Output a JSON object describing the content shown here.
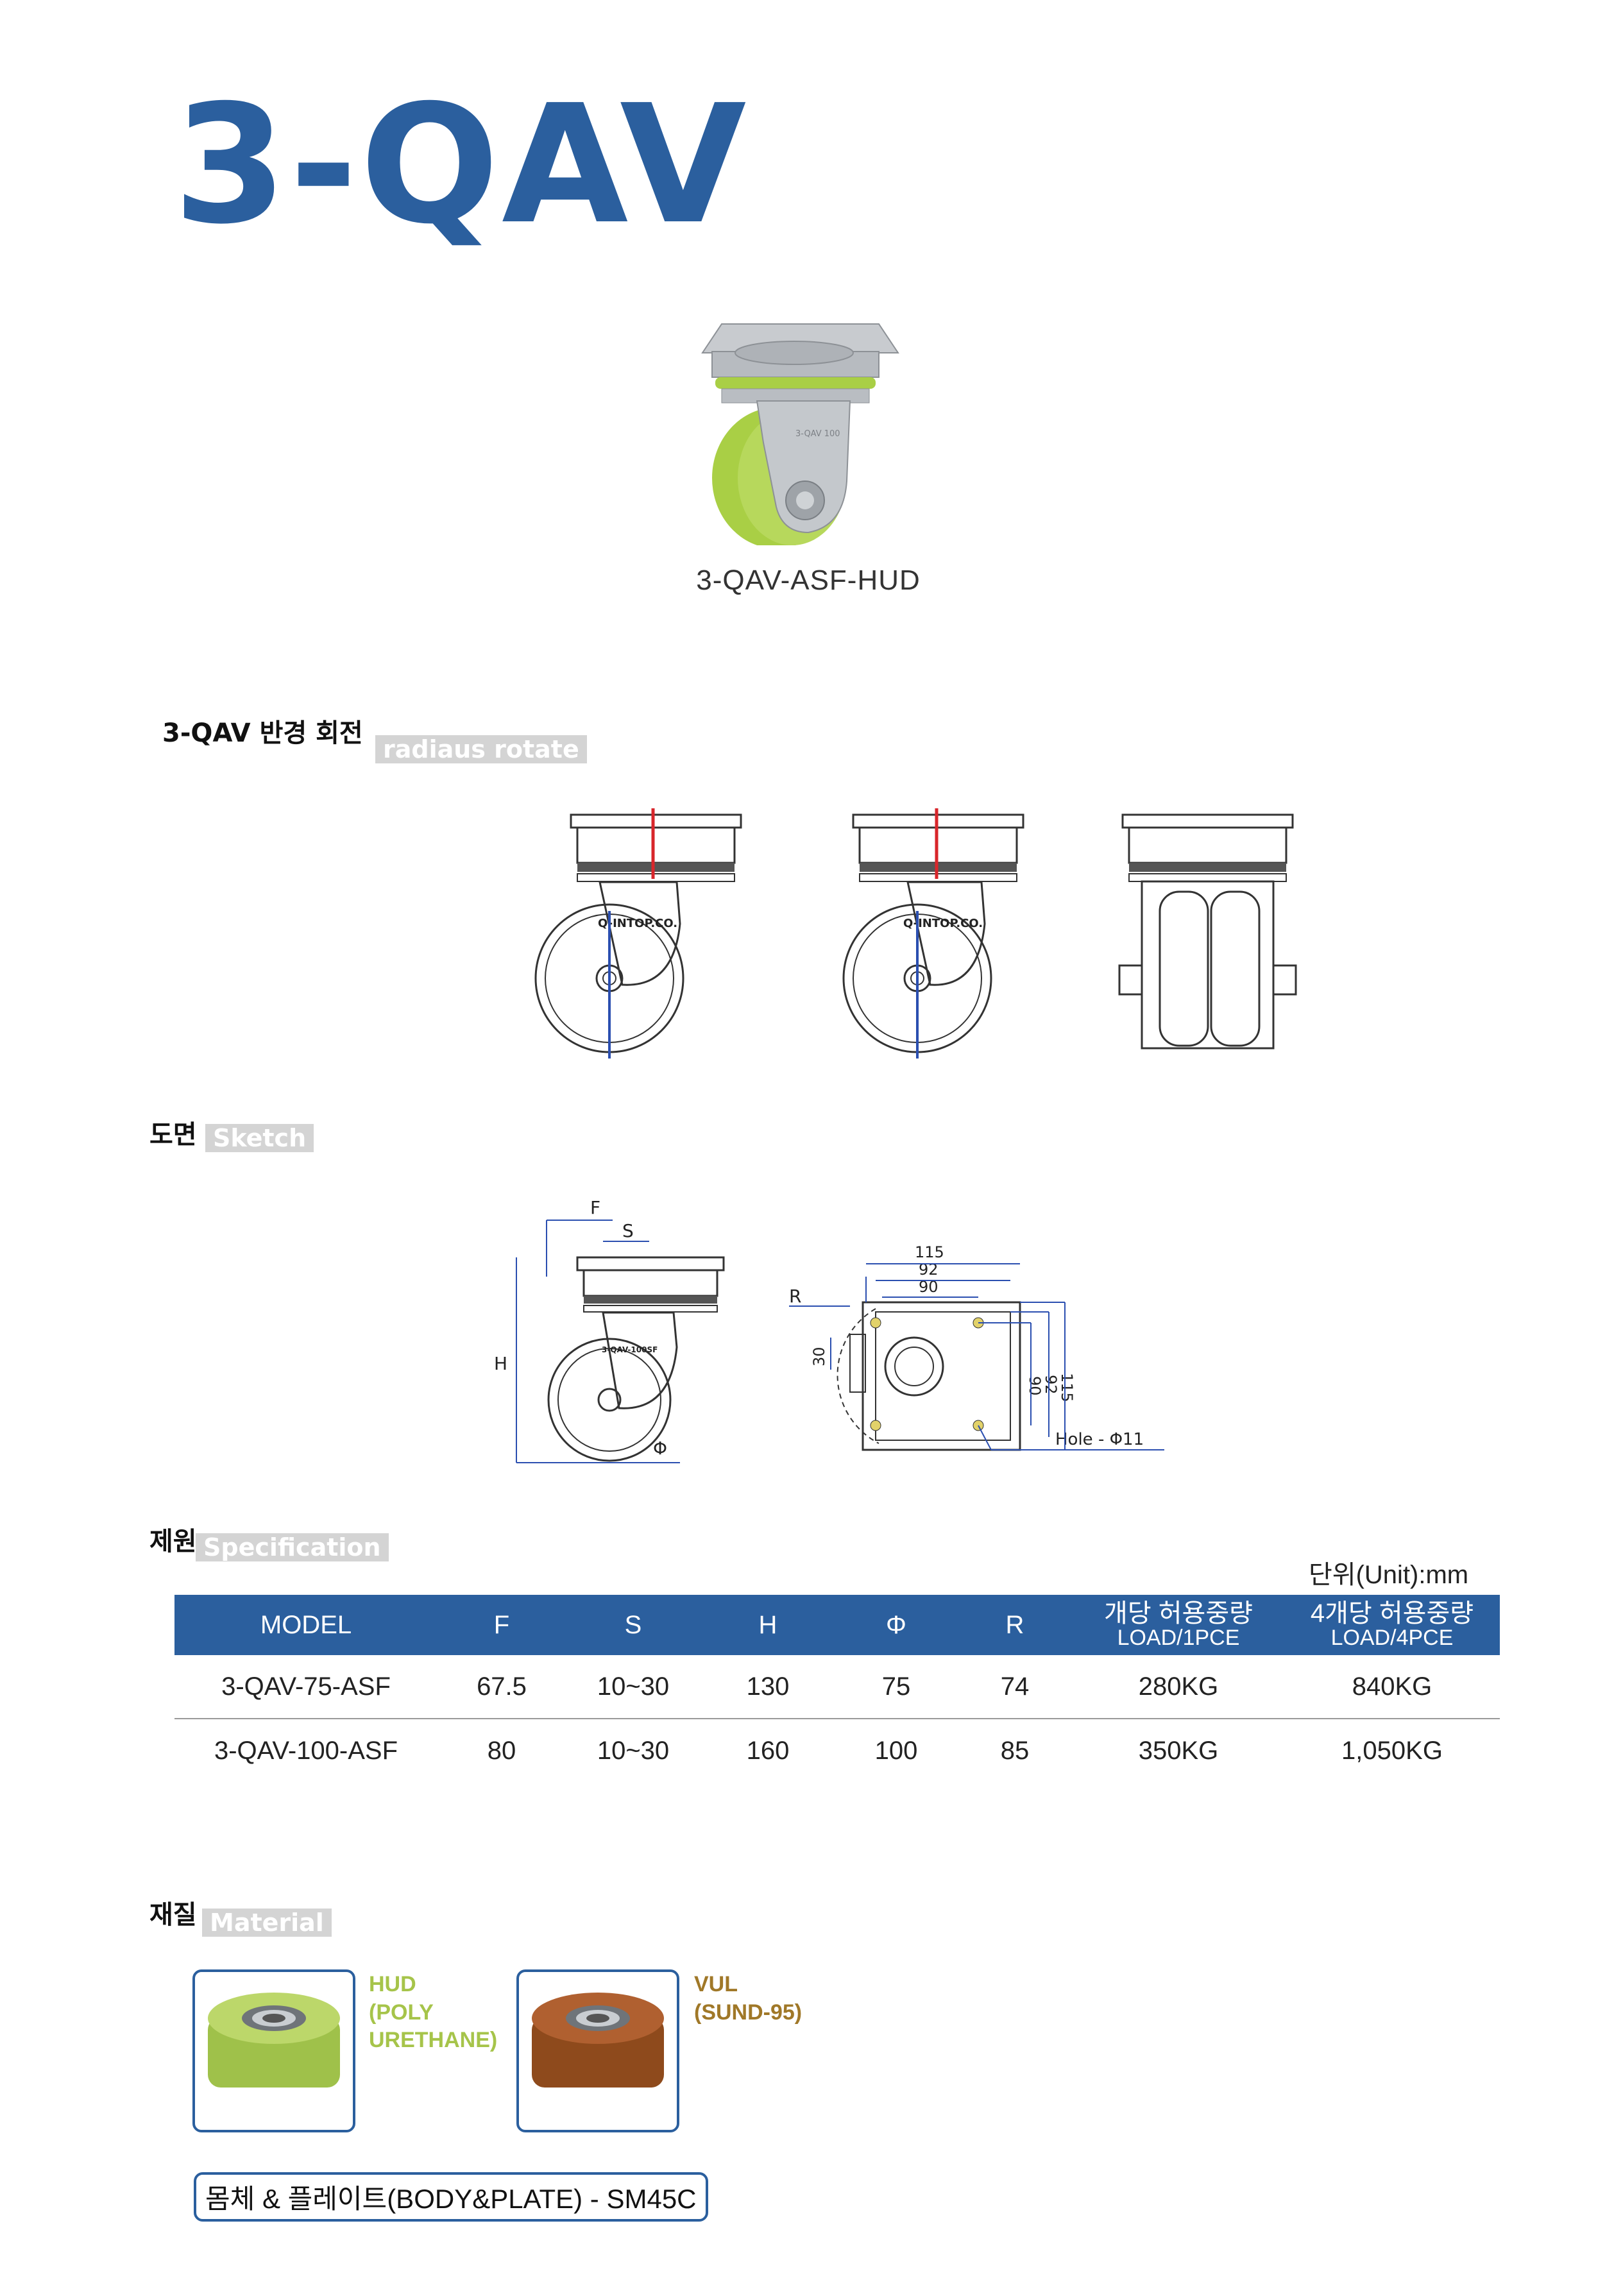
{
  "title": "3-QAV",
  "product": {
    "caption": "3-QAV-ASF-HUD",
    "imprint": "3-QAV 100"
  },
  "sections": {
    "rotate": {
      "ko": "3-QAV 반경 회전",
      "en": "radiaus rotate"
    },
    "sketch": {
      "ko": "도면",
      "en": "Sketch"
    },
    "spec": {
      "ko": "제원",
      "en": "Specification"
    },
    "material": {
      "ko": "재질",
      "en": "Material"
    }
  },
  "rotate_drawings": {
    "brand_label": "Q-INTOP.CO."
  },
  "sketch": {
    "side": {
      "f": "F",
      "s": "S",
      "h": "H",
      "phi": "Φ",
      "body_label": "3-QAV-100SF"
    },
    "top": {
      "r": "R",
      "d115": "115",
      "d92": "92",
      "d90": "90",
      "d30": "30",
      "hole": "Hole - Φ11"
    }
  },
  "spec": {
    "unit": "단위(Unit):mm",
    "headers": [
      {
        "main": "MODEL",
        "sub": ""
      },
      {
        "main": "F",
        "sub": ""
      },
      {
        "main": "S",
        "sub": ""
      },
      {
        "main": "H",
        "sub": ""
      },
      {
        "main": "Φ",
        "sub": ""
      },
      {
        "main": "R",
        "sub": ""
      },
      {
        "main": "개당 허용중량",
        "sub": "LOAD/1PCE"
      },
      {
        "main": "4개당 허용중량",
        "sub": "LOAD/4PCE"
      }
    ],
    "rows": [
      [
        "3-QAV-75-ASF",
        "67.5",
        "10~30",
        "130",
        "75",
        "74",
        "280KG",
        "840KG"
      ],
      [
        "3-QAV-100-ASF",
        "80",
        "10~30",
        "160",
        "100",
        "85",
        "350KG",
        "1,050KG"
      ]
    ]
  },
  "materials": [
    {
      "label": "HUD\n(POLY\nURETHANE)",
      "color": "#a6c44a"
    },
    {
      "label": "VUL\n(SUND-95)",
      "color": "#a07828"
    }
  ],
  "body_plate": "몸체 & 플레이트(BODY&PLATE) - SM45C",
  "colors": {
    "brand_blue": "#2b5f9e",
    "section_gray": "#d4d4d4",
    "red_axis": "#d8262b",
    "blue_axis": "#2b4fb0"
  }
}
